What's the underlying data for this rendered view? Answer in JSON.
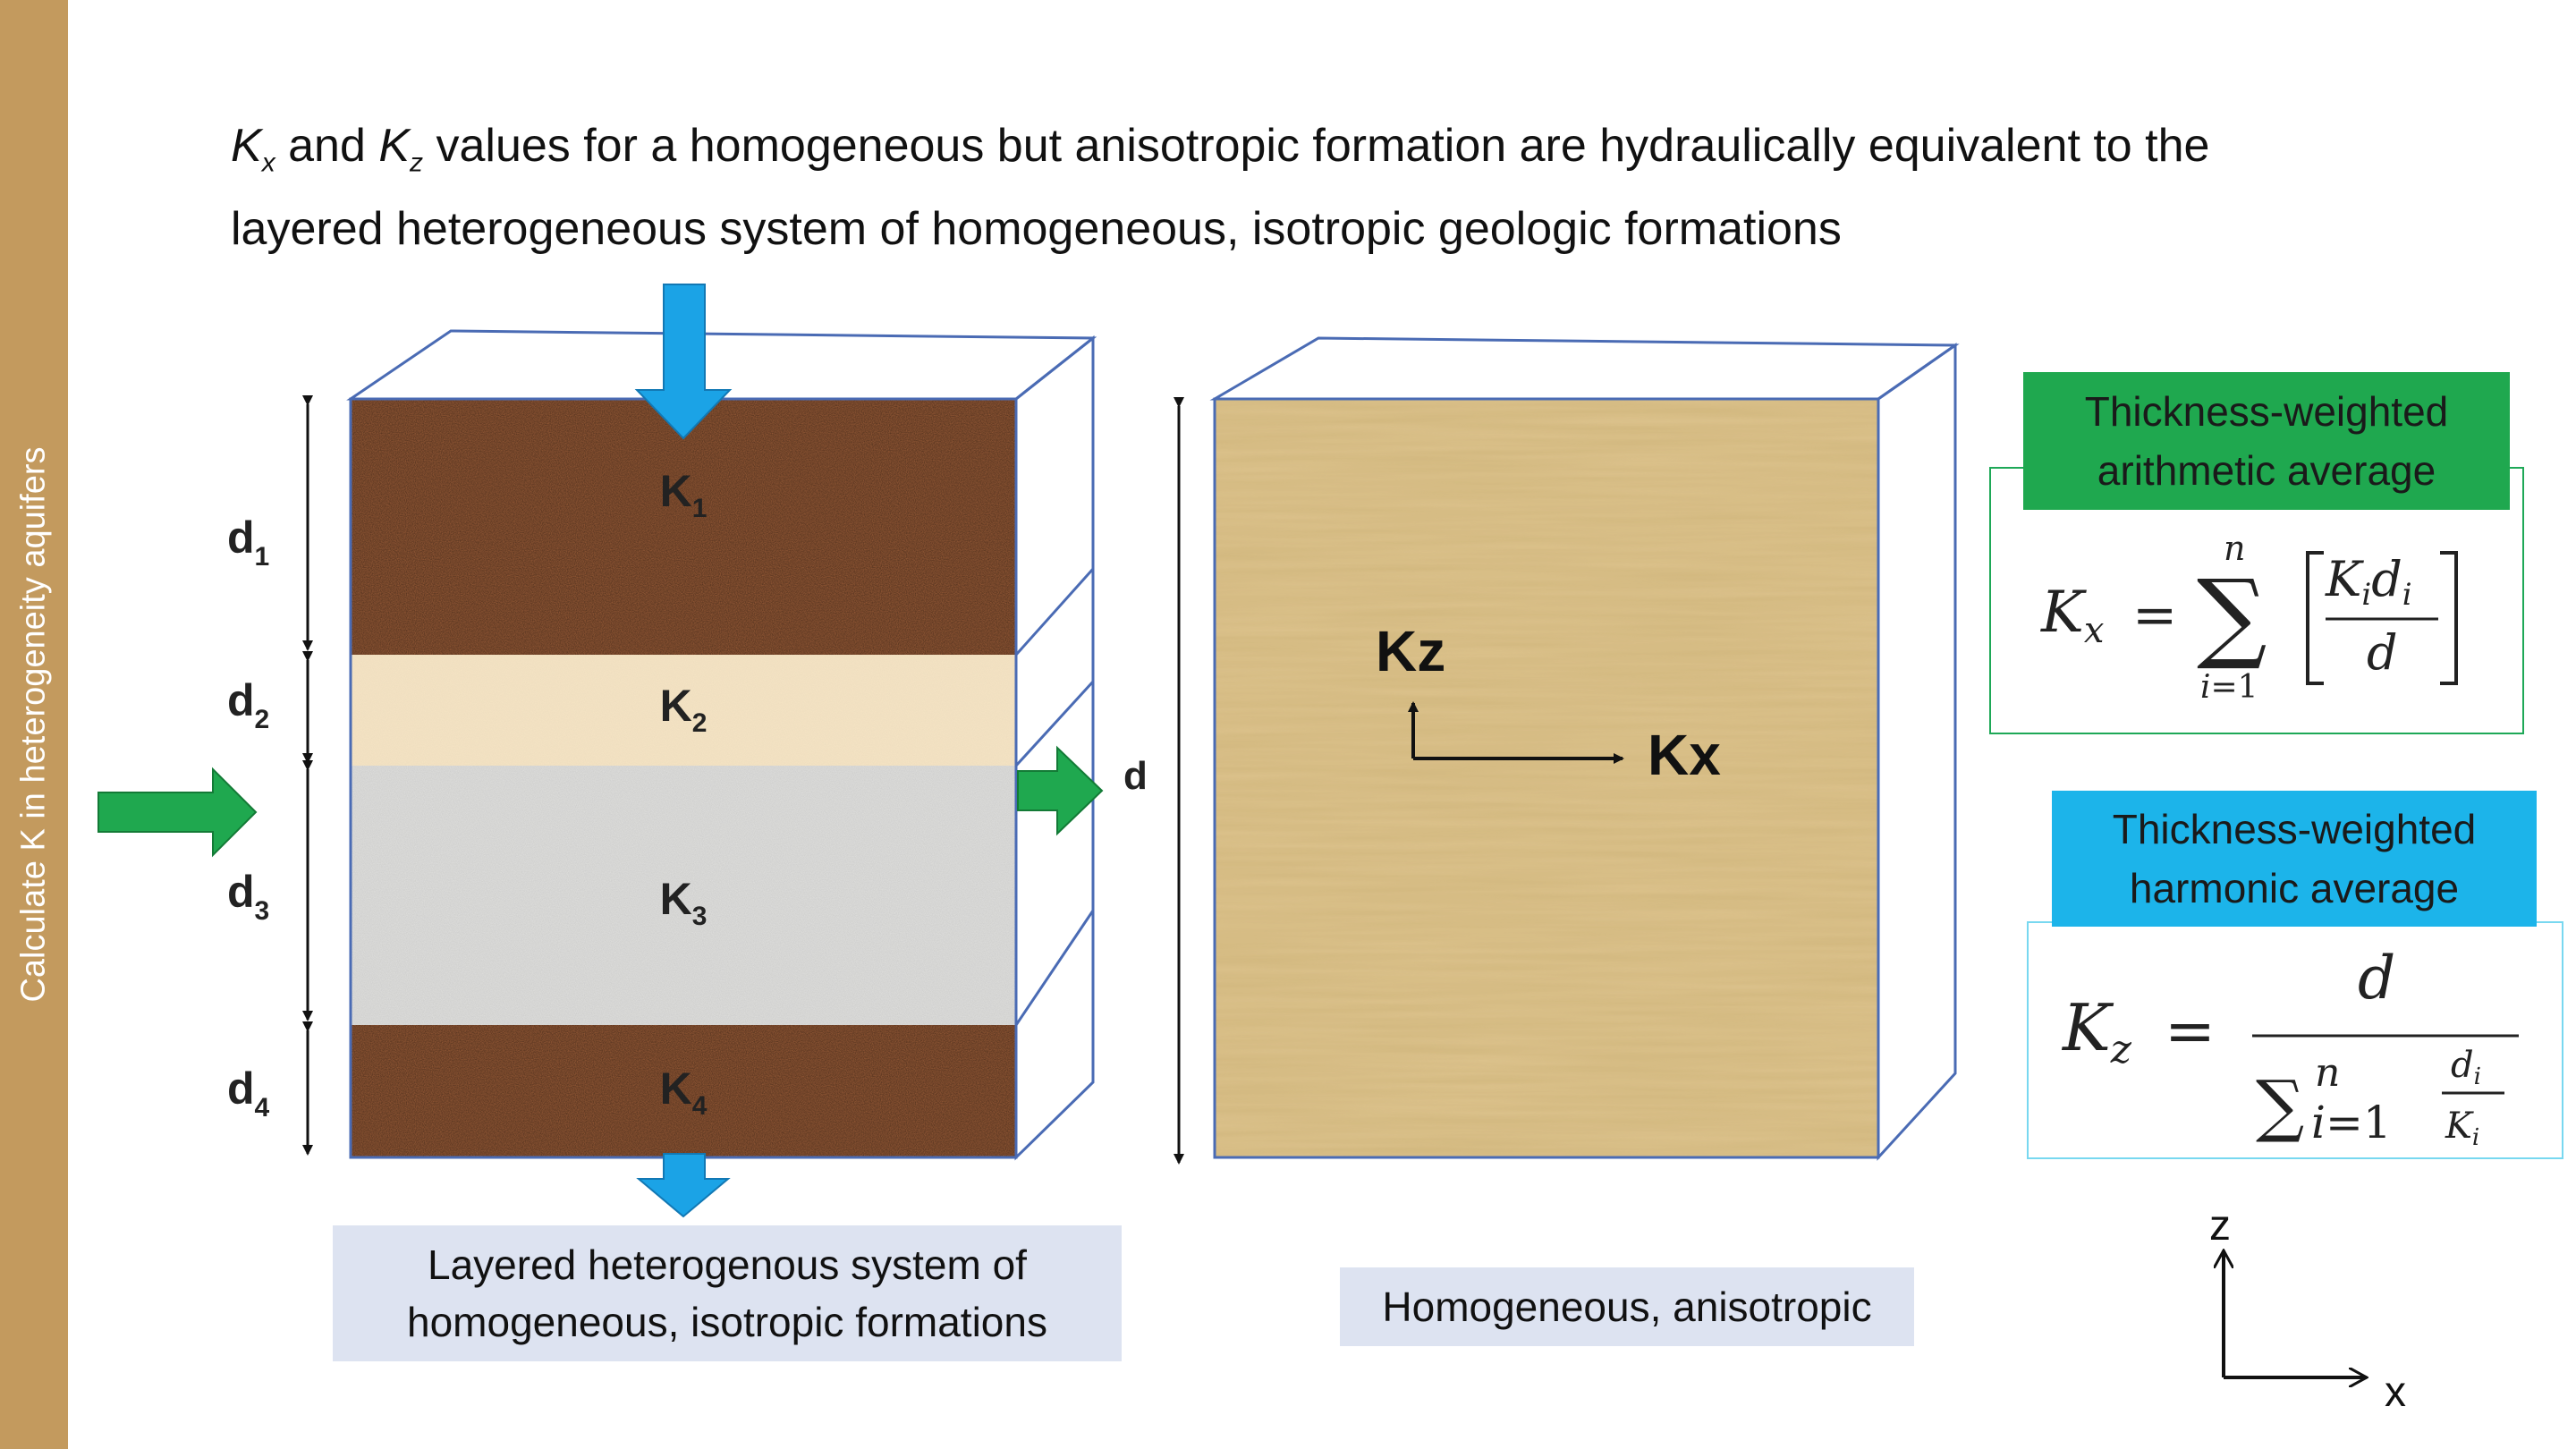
{
  "sidebar": {
    "text": "Calculate K in heterogeneity aquifers"
  },
  "heading": {
    "kx": "K",
    "kx_sub": "x",
    "and": " and ",
    "kz": "K",
    "kz_sub": "z",
    "line1_rest": " values for a homogeneous but anisotropic formation are hydraulically equivalent to the",
    "line2": "layered heterogeneous system of homogeneous, isotropic geologic formations"
  },
  "layered": {
    "layers": [
      {
        "k": "K",
        "k_sub": "1",
        "d": "d",
        "d_sub": "1",
        "color": "#a0603a"
      },
      {
        "k": "K",
        "k_sub": "2",
        "d": "d",
        "d_sub": "2",
        "color": "#f7e5c4"
      },
      {
        "k": "K",
        "k_sub": "3",
        "d": "d",
        "d_sub": "3",
        "color": "#e2e2e0"
      },
      {
        "k": "K",
        "k_sub": "4",
        "d": "d",
        "d_sub": "4",
        "color": "#a0603a"
      }
    ],
    "total_label": "d",
    "caption_line1": "Layered heterogenous system  of",
    "caption_line2": "homogeneous, isotropic formations"
  },
  "homogeneous": {
    "kz_label": "Kz",
    "kx_label": "Kx",
    "caption": "Homogeneous, anisotropic",
    "color": "#dcc28c"
  },
  "formulas": {
    "arithmetic_line1": "Thickness-weighted",
    "arithmetic_line2": "arithmetic average",
    "harmonic_line1": "Thickness-weighted",
    "harmonic_line2": "harmonic average"
  },
  "axes": {
    "z": "z",
    "x": "x"
  },
  "colors": {
    "flow_arrow_blue": "#1ba3e6",
    "flow_arrow_green": "#1fa84f",
    "box_outline": "#4a6bb4"
  }
}
